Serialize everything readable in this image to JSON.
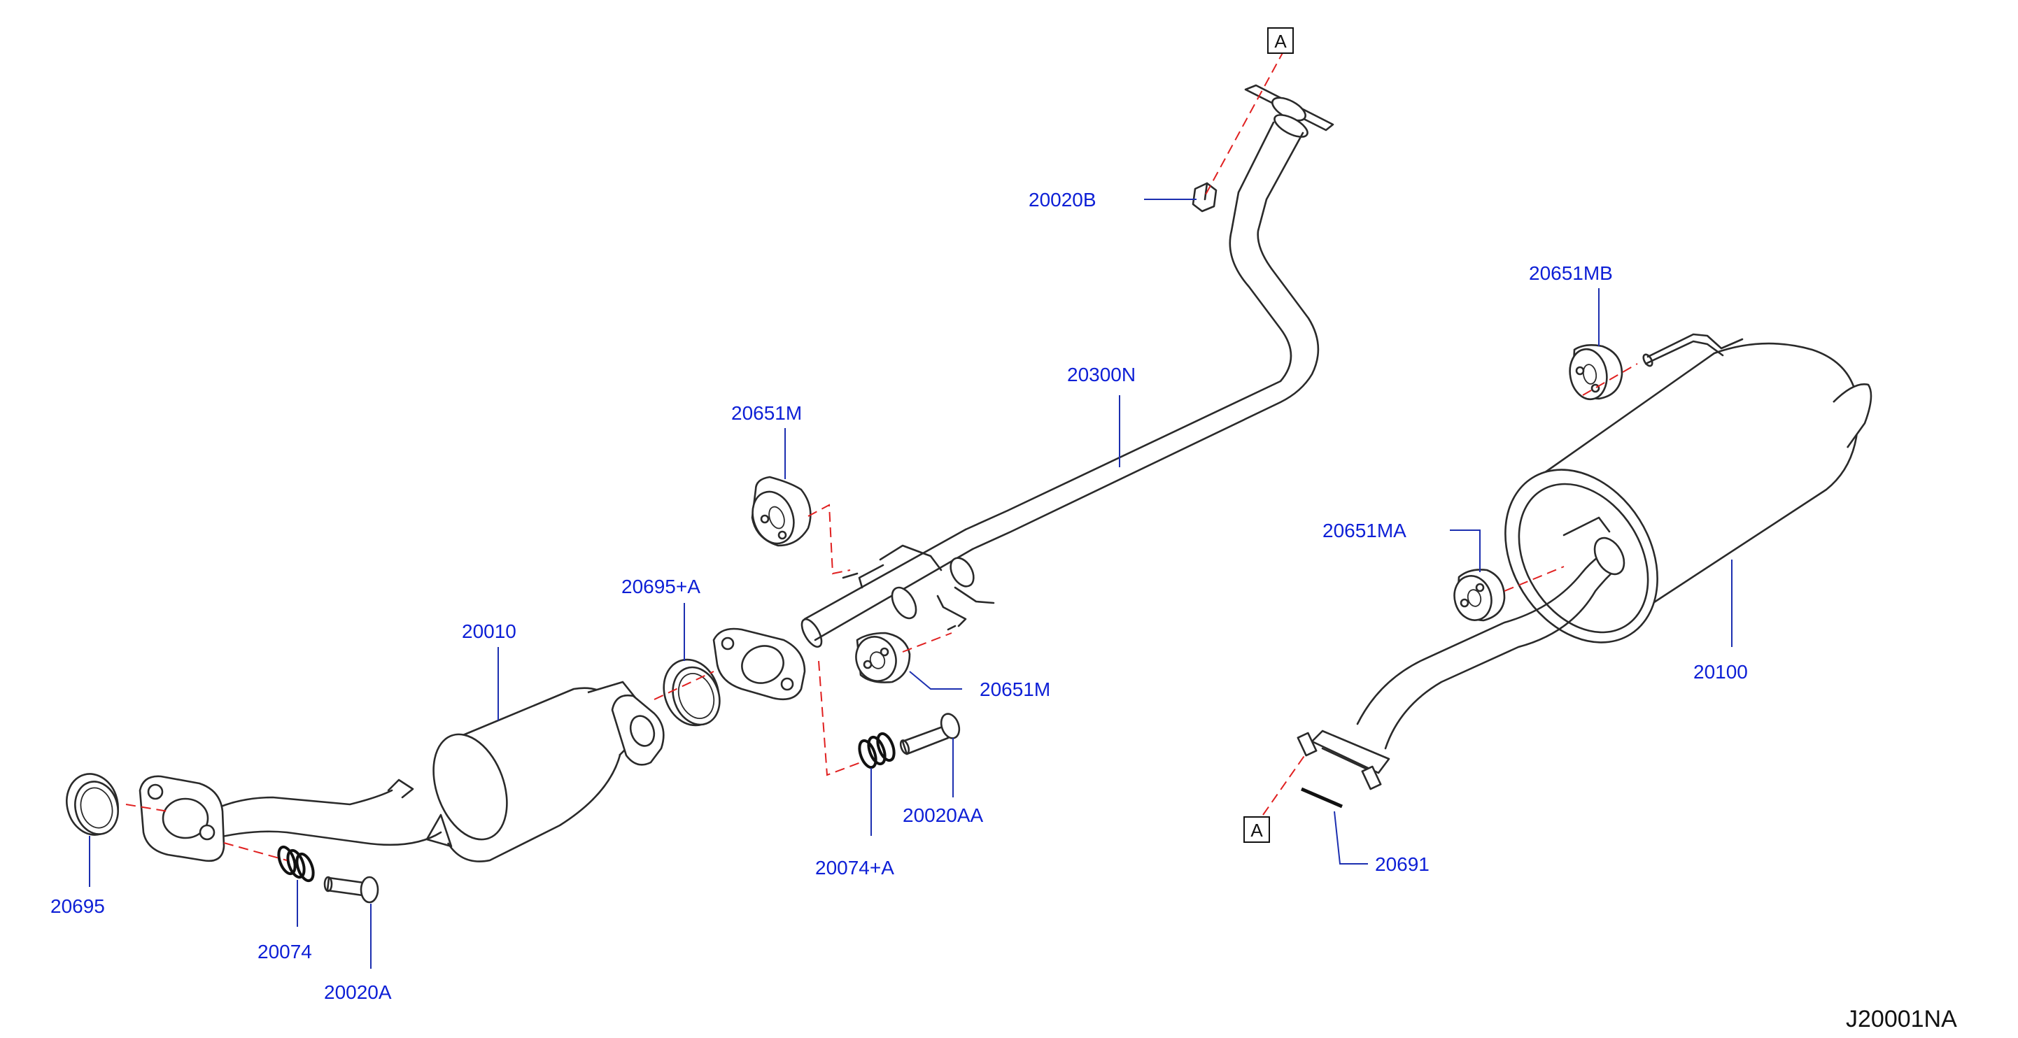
{
  "diagram_code": "J20001NA",
  "ref_marker": "A",
  "colors": {
    "label": "#0d1fd6",
    "leader": "#1c2fb0",
    "dashed_guide": "#e02020",
    "drawing": "#2a2a2a"
  },
  "labels": {
    "p20020B": "20020B",
    "p20651MB": "20651MB",
    "p20300N": "20300N",
    "p20651M_top": "20651M",
    "p20651MA": "20651MA",
    "p20695A": "20695+A",
    "p20010": "20010",
    "p20651M_mid": "20651M",
    "p20100": "20100",
    "p20020AA": "20020AA",
    "p20074A": "20074+A",
    "p20691": "20691",
    "p20695": "20695",
    "p20074": "20074",
    "p20020A": "20020A"
  }
}
